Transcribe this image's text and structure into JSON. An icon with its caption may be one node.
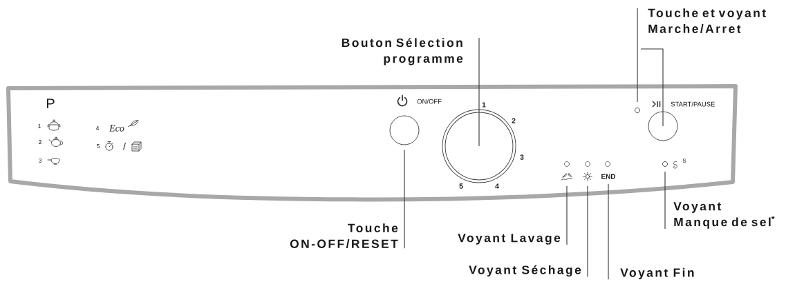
{
  "diagram": {
    "nodes": [
      {
        "text": [
          "Touche et voyant Marche/Arret"
        ]
      },
      {
        "text": [
          "Bouton Sélection programme"
        ]
      },
      {
        "text": [],
        "shape": "circle",
        "beside": [
          "ON/OFF"
        ]
      },
      {
        "text": [],
        "shape": "circle",
        "beside": [
          "1",
          "2",
          "3",
          "5",
          "4"
        ]
      },
      {
        "text": [],
        "shape": "circle"
      },
      {
        "text": [],
        "shape": "circle",
        "beside": [
          "START/PAUSE"
        ]
      },
      {
        "text": [],
        "shape": "picture"
      },
      {
        "text": [],
        "shape": "picture"
      },
      {
        "text": [
          "END"
        ]
      },
      {
        "text": [],
        "shape": "circle"
      },
      {
        "text": [
          "Voyant Manque de sel$^{*}$"
        ]
      },
      {
        "text": [
          "Touche ON-OFF/RESET"
        ]
      },
      {
        "text": [
          "Voyant Lavage"
        ]
      },
      {
        "text": [
          "Voyant Séchage"
        ]
      },
      {
        "text": [
          "Voyant Fin"
        ]
      }
    ],
    "edges": [
      {
        "from": 1,
        "to": 3,
        "arrow": "none"
      },
      {
        "from": 0,
        "to": 4,
        "arrow": "none"
      },
      {
        "from": 0,
        "to": 5,
        "arrow": "none"
      },
      {
        "from": 11,
        "to": 2,
        "arrow": "none"
      },
      {
        "from": 12,
        "to": 6,
        "arrow": "none"
      },
      {
        "from": 13,
        "to": 7,
        "arrow": "none"
      },
      {
        "from": 14,
        "to": 8,
        "arrow": "none"
      },
      {
        "from": 10,
        "to": 9,
        "arrow": "none"
      }
    ],
    "labels": [
      "P",
      "1",
      "4",
      "Eco",
      "2",
      "5",
      "/",
      "3",
      "S"
    ]
  }
}
